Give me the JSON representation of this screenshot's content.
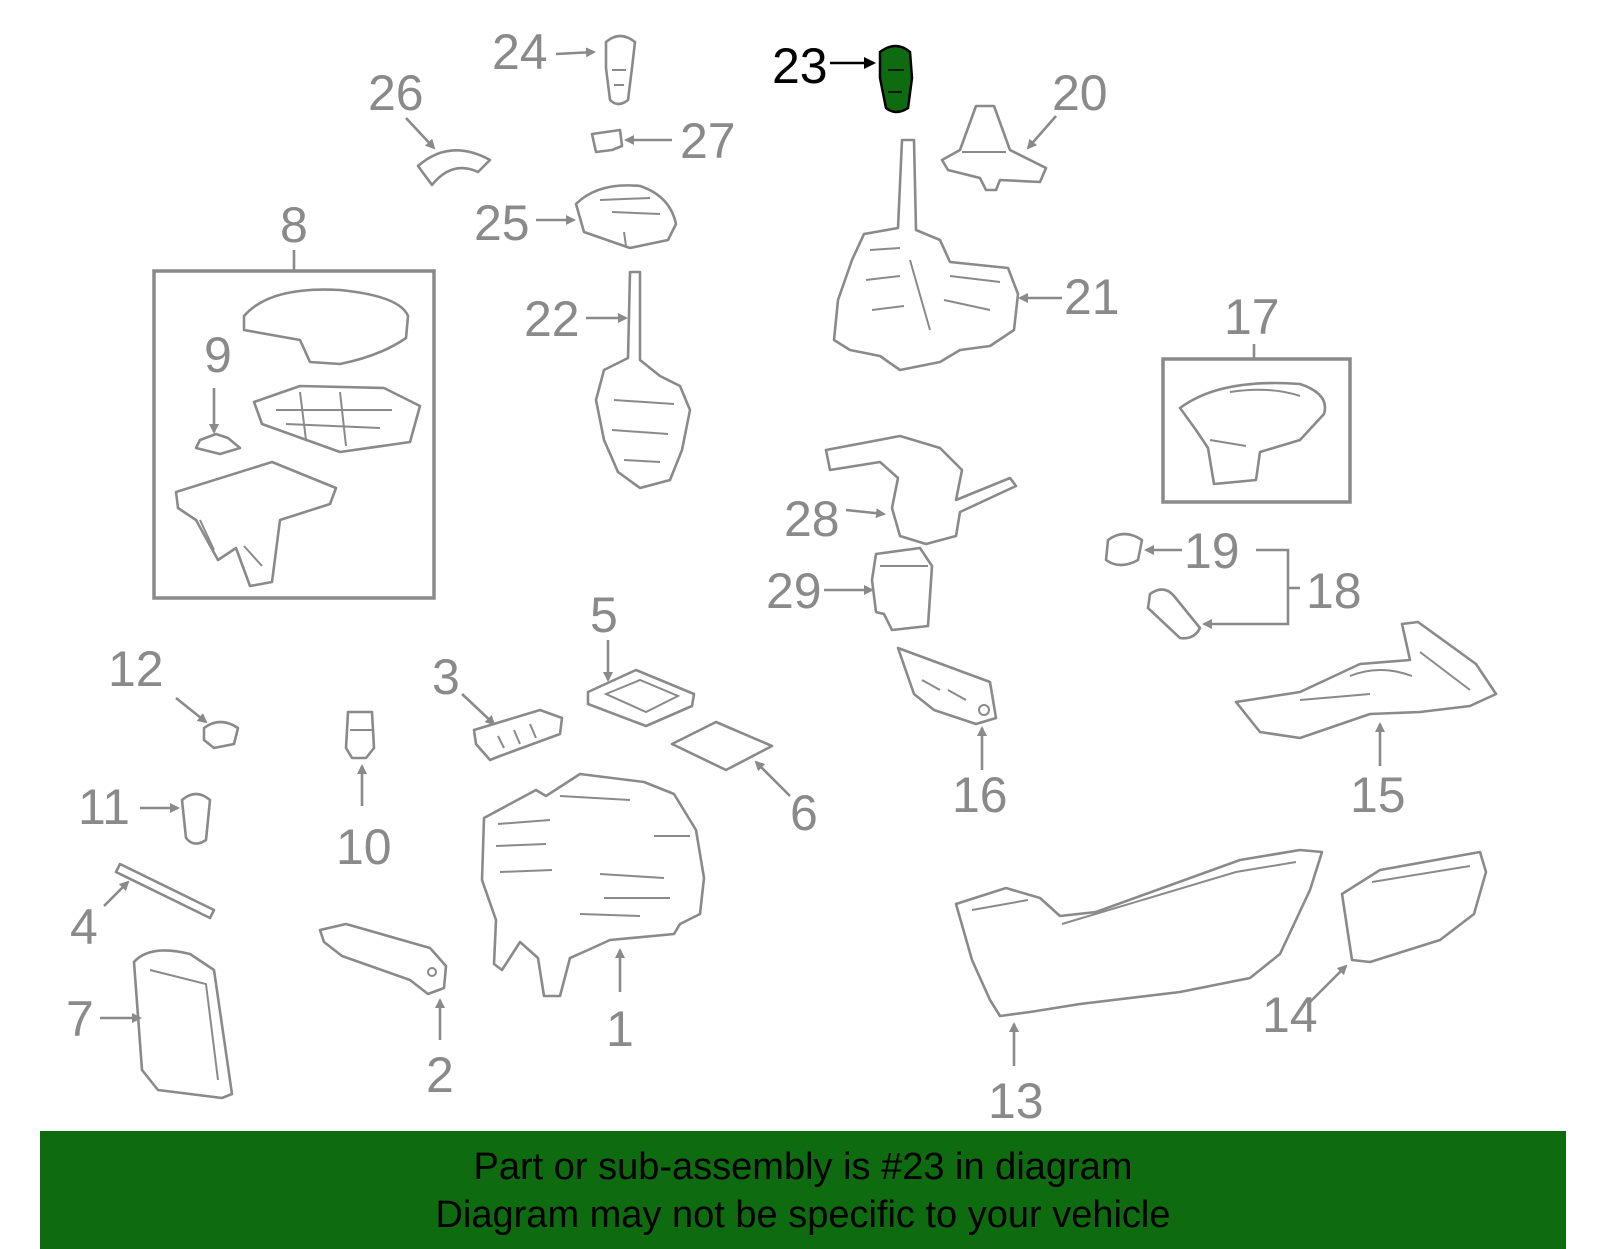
{
  "callouts": {
    "c1": "1",
    "c2": "2",
    "c3": "3",
    "c4": "4",
    "c5": "5",
    "c6": "6",
    "c7": "7",
    "c8": "8",
    "c9": "9",
    "c10": "10",
    "c11": "11",
    "c12": "12",
    "c13": "13",
    "c14": "14",
    "c15": "15",
    "c16": "16",
    "c17": "17",
    "c18": "18",
    "c19": "19",
    "c20": "20",
    "c21": "21",
    "c22": "22",
    "c23": "23",
    "c24": "24",
    "c25": "25",
    "c26": "26",
    "c27": "27",
    "c28": "28",
    "c29": "29"
  },
  "highlight": {
    "part_number": "23",
    "color": "#0f6b0f"
  },
  "colors": {
    "line": "#8a8a8a",
    "banner": "#0f6b0f",
    "highlight_text": "#000000"
  },
  "banner": {
    "line1": "Part or sub-assembly is #23 in diagram",
    "line2": "Diagram may not be specific to your vehicle"
  }
}
